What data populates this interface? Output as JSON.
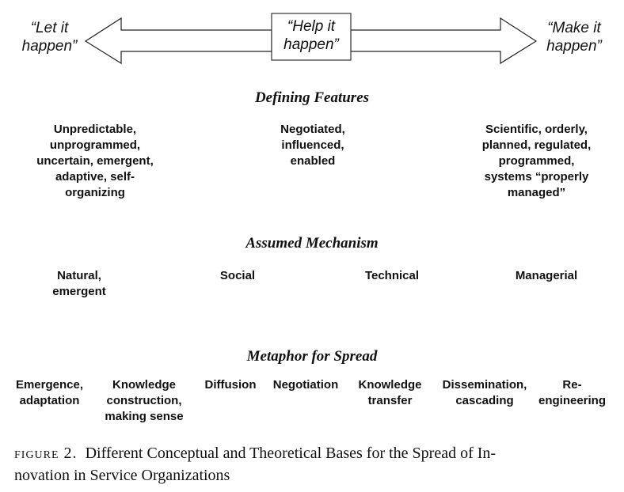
{
  "spectrum": {
    "left_label": "“Let it\nhappen”",
    "center_label": "“Help it\nhappen”",
    "right_label": "“Make it\nhappen”"
  },
  "sections": {
    "defining_features": {
      "heading": "Defining Features",
      "items": [
        "Unpredictable,\nunprogrammed,\nuncertain, emergent,\nadaptive, self-\norganizing",
        "Negotiated,\ninfluenced,\nenabled",
        "Scientific, orderly,\nplanned, regulated,\nprogrammed,\nsystems “properly\nmanaged”"
      ]
    },
    "assumed_mechanism": {
      "heading": "Assumed Mechanism",
      "items": [
        "Natural,\nemergent",
        "Social",
        "Technical",
        "Managerial"
      ]
    },
    "metaphor_for_spread": {
      "heading": "Metaphor for Spread",
      "items": [
        "Emergence,\nadaptation",
        "Knowledge\nconstruction,\nmaking sense",
        "Diffusion",
        "Negotiation",
        "Knowledge\ntransfer",
        "Dissemination,\ncascading",
        "Re-\nengineering"
      ]
    }
  },
  "caption": {
    "figure_label": "figure 2.",
    "text": "Different Conceptual and Theoretical Bases for the Spread of In-\nnovation in Service Organizations"
  }
}
